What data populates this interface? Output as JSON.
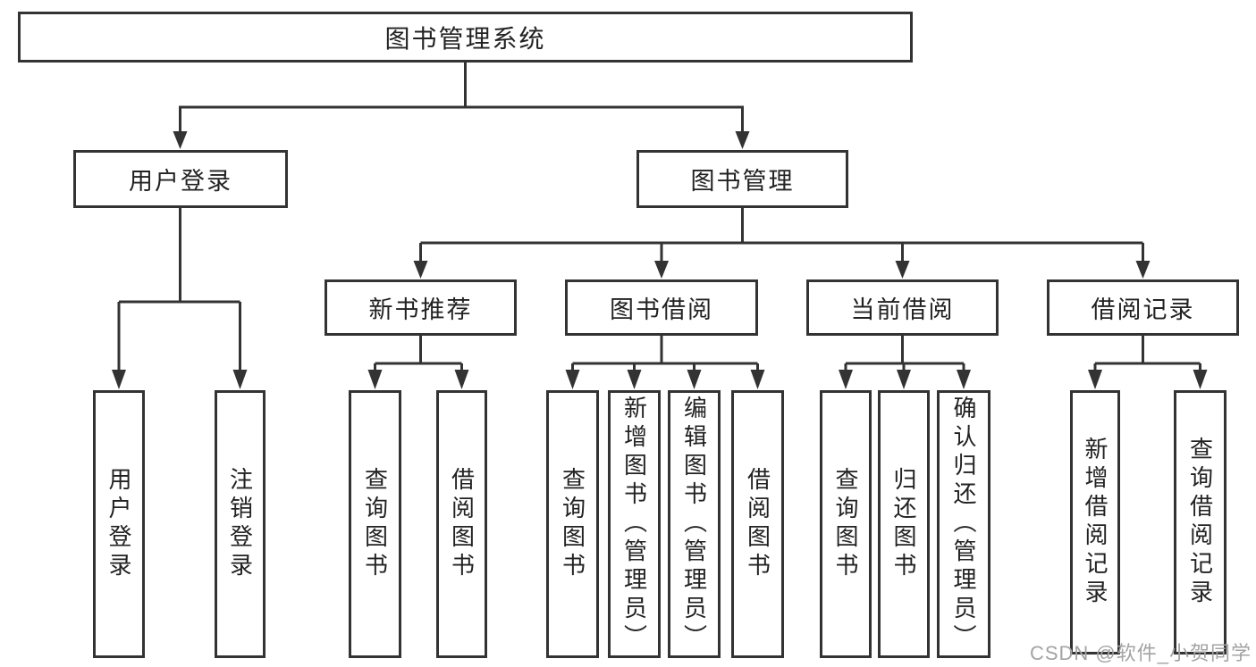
{
  "diagram": {
    "root": {
      "label": "图书管理系统"
    },
    "level2": [
      {
        "id": "user-login",
        "label": "用户登录"
      },
      {
        "id": "book-management",
        "label": "图书管理"
      }
    ],
    "level3": [
      {
        "id": "new-book-recommend",
        "label": "新书推荐"
      },
      {
        "id": "book-borrow",
        "label": "图书借阅"
      },
      {
        "id": "current-borrow",
        "label": "当前借阅"
      },
      {
        "id": "borrow-records",
        "label": "借阅记录"
      }
    ],
    "leaves": {
      "user_login": [
        "用户登录",
        "注销登录"
      ],
      "new_book_recommend": [
        "查询图书",
        "借阅图书"
      ],
      "book_borrow": [
        "查询图书",
        "新增图书（管理员）",
        "编辑图书（管理员）",
        "借阅图书"
      ],
      "current_borrow": [
        "查询图书",
        "归还图书",
        "确认归还（管理员）"
      ],
      "borrow_records": [
        "新增借阅记录",
        "查询借阅记录"
      ]
    }
  },
  "watermark": {
    "text": "CSDN @软件_小贺同学"
  },
  "colors": {
    "line": "#333333",
    "text": "#222222",
    "watermark": "#a3a3a3",
    "background": "#ffffff"
  }
}
